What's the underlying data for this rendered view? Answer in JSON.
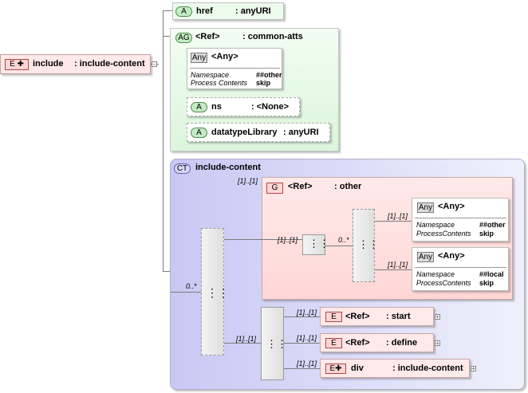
{
  "root": {
    "badge": "E",
    "name": "include",
    "type": ": include-content"
  },
  "href": {
    "badge": "A",
    "name": "href",
    "type": ": anyURI"
  },
  "common_atts": {
    "badge": "AG",
    "name": "<Ref>",
    "type": ": common-atts",
    "any": {
      "badge": "Any",
      "name": "<Any>",
      "ns_label": "Namespace",
      "ns_value": "##other",
      "pc_label": "Process Contents",
      "pc_value": "skip"
    },
    "ns": {
      "badge": "A",
      "name": "ns",
      "type": ": <None>"
    },
    "datatype": {
      "badge": "A",
      "name": "datatypeLibrary",
      "type": ": anyURI"
    }
  },
  "ct": {
    "badge": "CT",
    "name": "include-content",
    "other": {
      "badge": "G",
      "name": "<Ref>",
      "type": ": other",
      "card": "[1]..[1]"
    },
    "any1": {
      "badge": "Any",
      "name": "<Any>",
      "ns_label": "Namespace",
      "ns_value": "##other",
      "pc_label": "ProcessContents",
      "pc_value": "skip",
      "card": "[1]..[1]"
    },
    "any2": {
      "badge": "Any",
      "name": "<Any>",
      "ns_label": "Namespace",
      "ns_value": "##local",
      "pc_label": "ProcessContents",
      "pc_value": "skip",
      "card": "[1]..[1]"
    },
    "seq_card": "[1]..[1]",
    "choice_card": "0..*",
    "outer_card": "0..*",
    "lower_card": "[1]..[1]",
    "start": {
      "badge": "E",
      "name": "<Ref>",
      "type": ": start",
      "card": "[1]..[1]"
    },
    "define": {
      "badge": "E",
      "name": "<Ref>",
      "type": ": define",
      "card": "[1]..[1]"
    },
    "div": {
      "badge": "E",
      "name": "div",
      "type": ": include-content",
      "card": "[1]..[1]"
    }
  }
}
